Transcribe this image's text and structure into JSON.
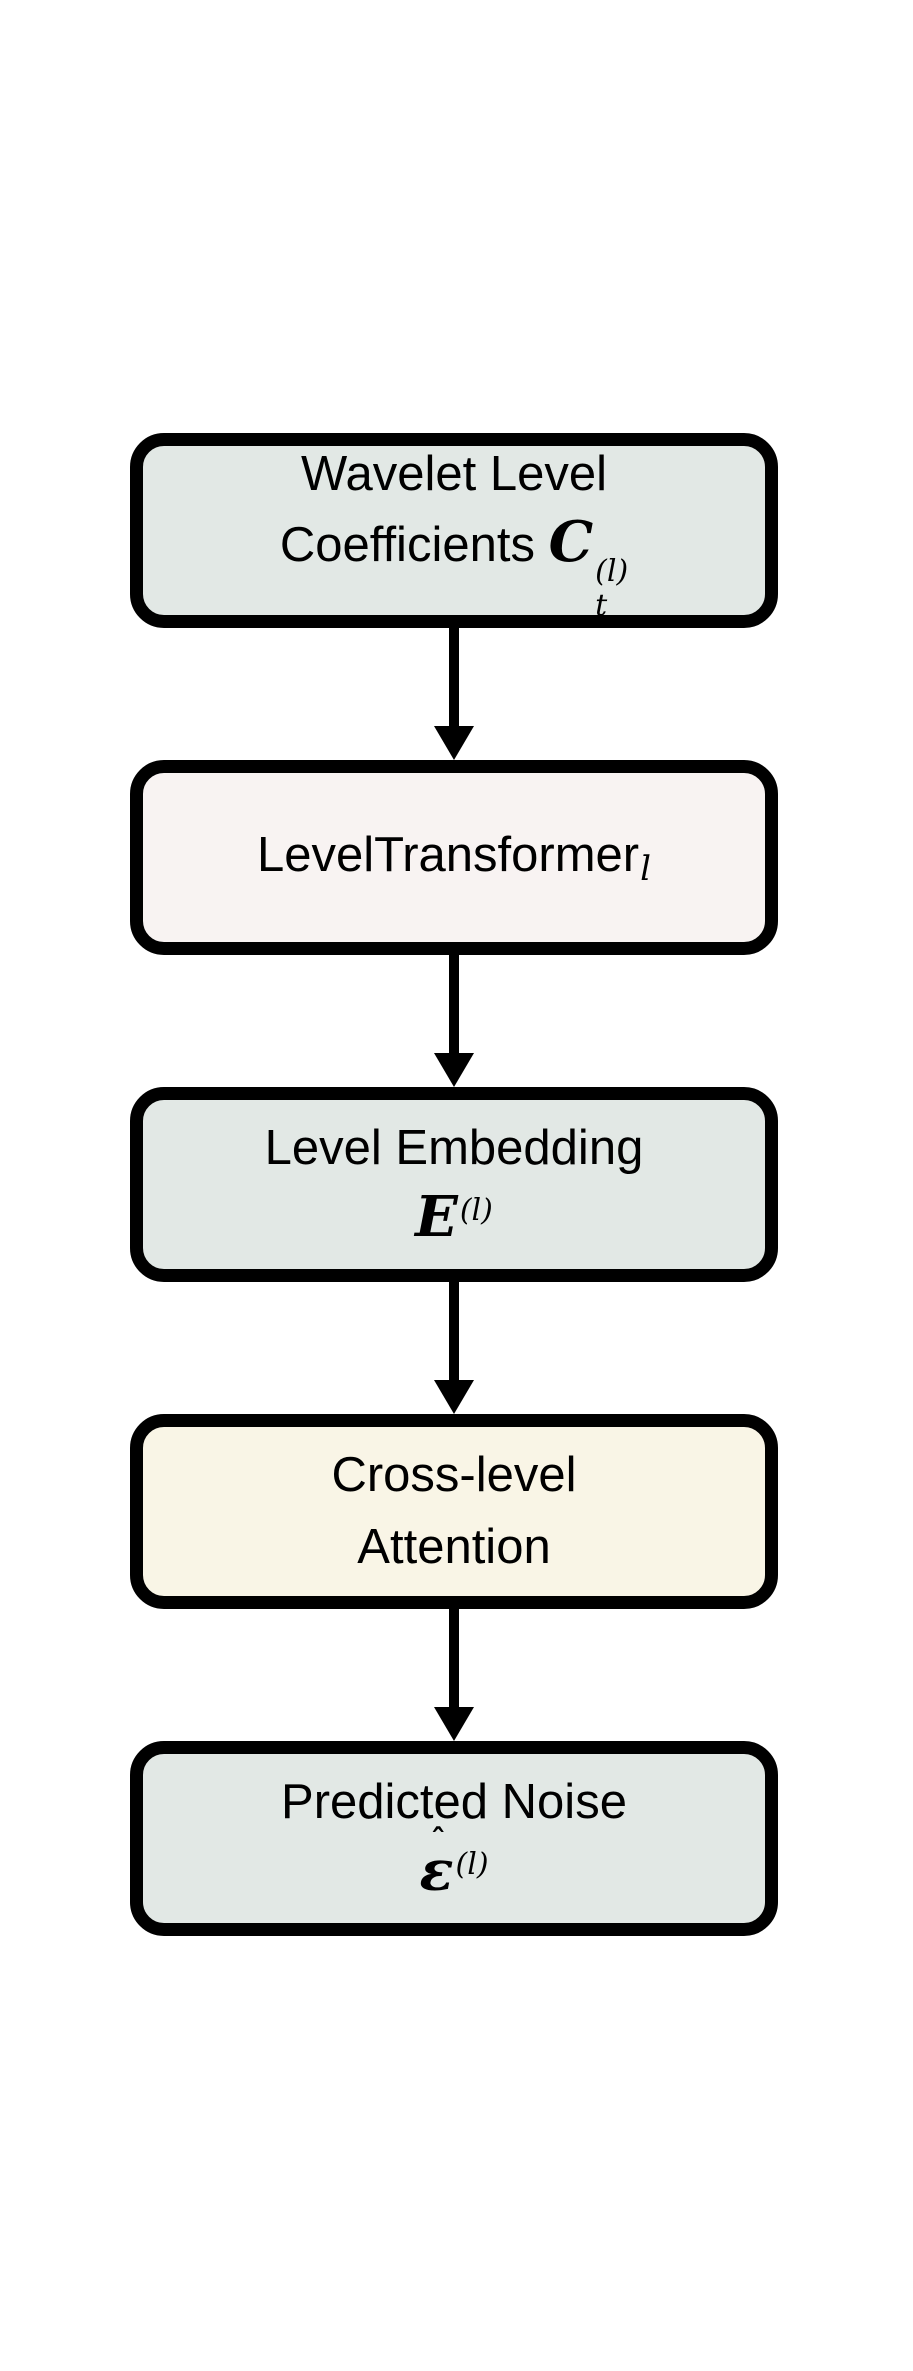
{
  "page": {
    "background": "#ffffff",
    "border_color": "#000000",
    "arrow_color": "#000000",
    "text_color": "#000000"
  },
  "diagram": {
    "type": "flowchart",
    "direction": "top-down",
    "nodes": [
      {
        "id": "wavelet-level-coefficients",
        "fill": "#e2e8e5",
        "line1": "Wavelet Level",
        "line2_prefix": "Coefficients ",
        "math": {
          "base": "C",
          "sub": "t",
          "sup": "(l)"
        }
      },
      {
        "id": "level-transformer",
        "fill": "#f8f3f2",
        "text": "LevelTransformer",
        "sub": "l"
      },
      {
        "id": "level-embedding",
        "fill": "#e2e8e5",
        "line1": "Level Embedding",
        "math": {
          "base": "E",
          "sup": "(l)"
        }
      },
      {
        "id": "cross-level-attention",
        "fill": "#f9f5e6",
        "line1": "Cross-level",
        "line2": "Attention"
      },
      {
        "id": "predicted-noise",
        "fill": "#e2e8e5",
        "line1": "Predicted Noise",
        "math": {
          "hat": "ˆ",
          "base": "ε",
          "sup": "(l)"
        }
      }
    ],
    "edges": [
      {
        "from": "wavelet-level-coefficients",
        "to": "level-transformer"
      },
      {
        "from": "level-transformer",
        "to": "level-embedding"
      },
      {
        "from": "level-embedding",
        "to": "cross-level-attention"
      },
      {
        "from": "cross-level-attention",
        "to": "predicted-noise"
      }
    ]
  }
}
